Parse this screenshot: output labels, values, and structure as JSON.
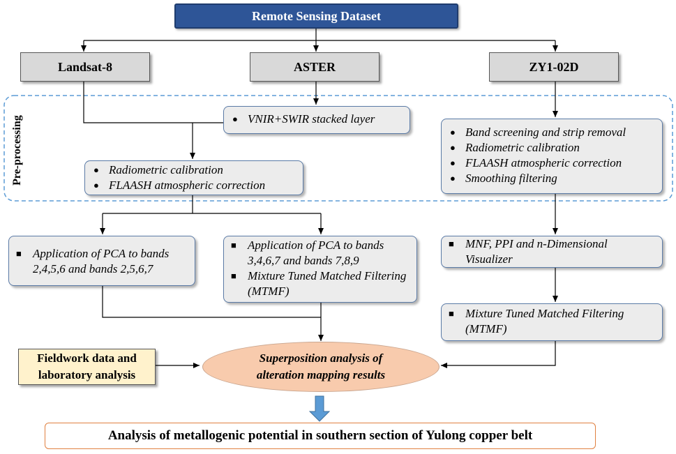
{
  "title": "Remote Sensing Dataset",
  "sensors": {
    "landsat": "Landsat-8",
    "aster": "ASTER",
    "zy": "ZY1-02D"
  },
  "preprocessing_label": "Pre-processing",
  "aster_pre": [
    "VNIR+SWIR stacked layer"
  ],
  "shared_pre": [
    "Radiometric calibration",
    "FLAASH atmospheric correction"
  ],
  "zy_pre": [
    "Band screening and strip removal",
    "Radiometric calibration",
    "FLAASH atmospheric correction",
    "Smoothing filtering"
  ],
  "landsat_proc": [
    "Application of PCA to bands 2,4,5,6 and bands 2,5,6,7"
  ],
  "aster_proc": [
    "Application of PCA to bands 3,4,6,7 and bands 7,8,9",
    "Mixture Tuned Matched Filtering (MTMF)"
  ],
  "zy_proc1": [
    "MNF, PPI and n-Dimensional Visualizer"
  ],
  "zy_proc2": [
    "Mixture Tuned Matched Filtering (MTMF)"
  ],
  "fieldwork": "Fieldwork data and laboratory analysis",
  "superposition": "Superposition analysis of alteration mapping results",
  "final": "Analysis of metallogenic potential in southern section of Yulong copper belt",
  "colors": {
    "title_fill": "#2e5597",
    "sensor_fill": "#d9d9d9",
    "step_fill": "#ececec",
    "field_fill": "#fff2cc",
    "ellipse_fill": "#f8cbad",
    "final_border": "#e08040",
    "dashed_border": "#5b9bd5",
    "down_arrow": "#5b9bd5"
  }
}
